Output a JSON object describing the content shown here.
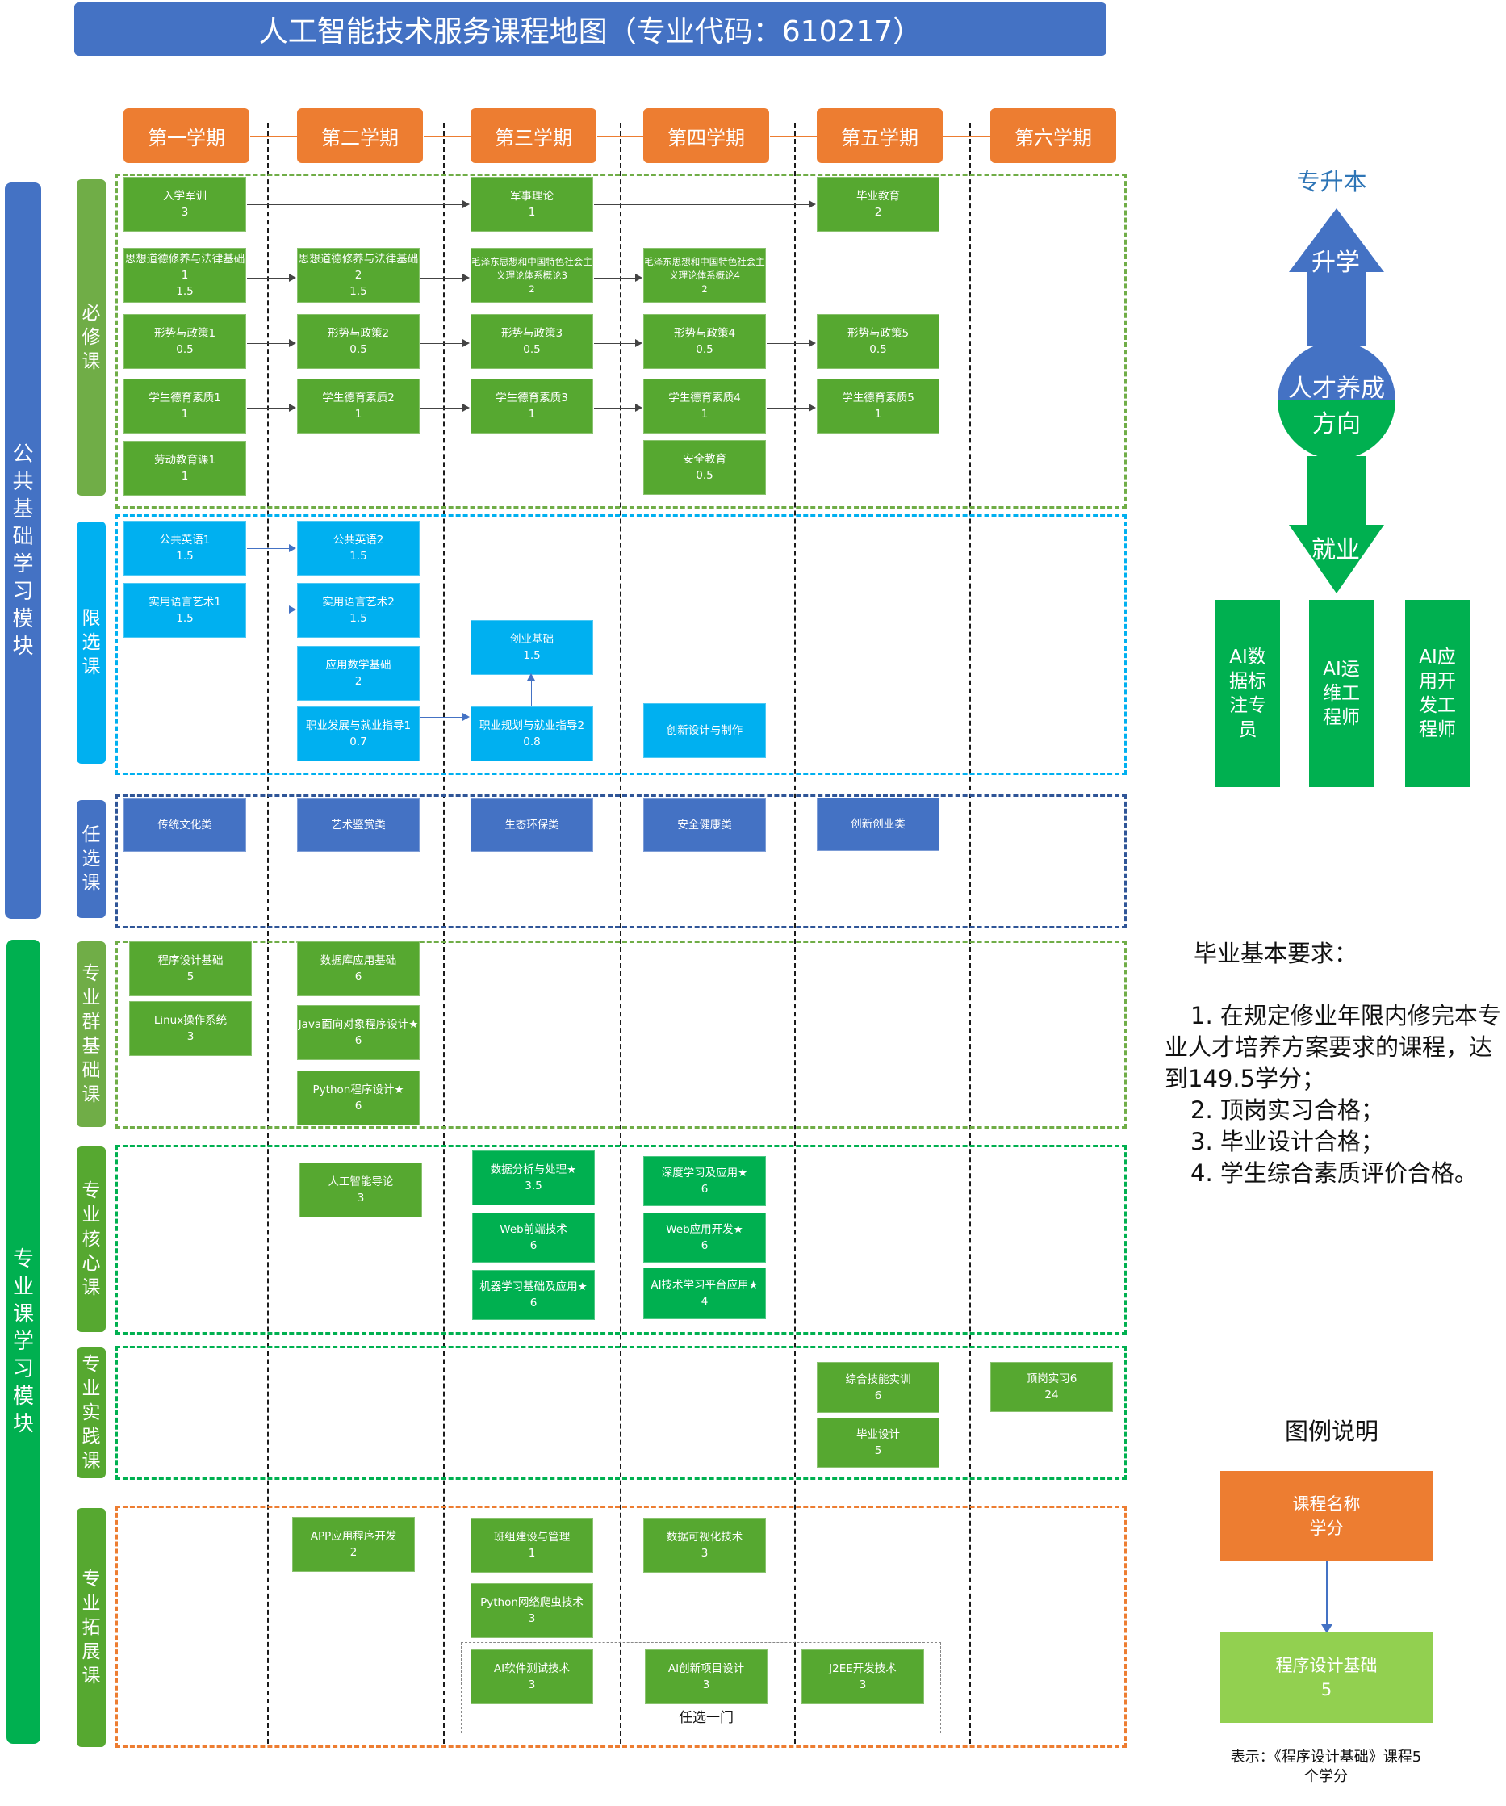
{
  "title": "人工智能技术服务课程地图（专业代码：610217）",
  "semesters": [
    "第一学期",
    "第二学期",
    "第三学期",
    "第四学期",
    "第五学期",
    "第六学期"
  ],
  "modules": {
    "public": "公共基础学习模块",
    "professional": "专业课学习模块"
  },
  "categories": {
    "required": "必修课",
    "limited": "限选课",
    "optional": "任选课",
    "group_basic": "专业群基础课",
    "core": "专业核心课",
    "practice": "专业实践课",
    "extension": "专业拓展课"
  },
  "courses": {
    "c1": {
      "name": "入学军训",
      "credit": "3"
    },
    "c2": {
      "name": "军事理论",
      "credit": "1"
    },
    "c3": {
      "name": "毕业教育",
      "credit": "2"
    },
    "c4": {
      "name": "思想道德修养与法律基础1",
      "credit": "1.5"
    },
    "c5": {
      "name": "思想道德修养与法律基础2",
      "credit": "1.5"
    },
    "c6": {
      "name": "毛泽东思想和中国特色社会主义理论体系概论3",
      "credit": "2"
    },
    "c7": {
      "name": "毛泽东思想和中国特色社会主义理论体系概论4",
      "credit": "2"
    },
    "c8": {
      "name": "形势与政策1",
      "credit": "0.5"
    },
    "c9": {
      "name": "形势与政策2",
      "credit": "0.5"
    },
    "c10": {
      "name": "形势与政策3",
      "credit": "0.5"
    },
    "c11": {
      "name": "形势与政策4",
      "credit": "0.5"
    },
    "c12": {
      "name": "形势与政策5",
      "credit": "0.5"
    },
    "c13": {
      "name": "学生德育素质1",
      "credit": "1"
    },
    "c14": {
      "name": "学生德育素质2",
      "credit": "1"
    },
    "c15": {
      "name": "学生德育素质3",
      "credit": "1"
    },
    "c16": {
      "name": "学生德育素质4",
      "credit": "1"
    },
    "c17": {
      "name": "学生德育素质5",
      "credit": "1"
    },
    "c18": {
      "name": "劳动教育课1",
      "credit": "1"
    },
    "c19": {
      "name": "安全教育",
      "credit": "0.5"
    },
    "c20": {
      "name": "公共英语1",
      "credit": "1.5"
    },
    "c21": {
      "name": "公共英语2",
      "credit": "1.5"
    },
    "c22": {
      "name": "实用语言艺术1",
      "credit": "1.5"
    },
    "c23": {
      "name": "实用语言艺术2",
      "credit": "1.5"
    },
    "c24": {
      "name": "应用数学基础",
      "credit": "2"
    },
    "c25": {
      "name": "创业基础",
      "credit": "1.5"
    },
    "c26": {
      "name": "职业发展与就业指导1",
      "credit": "0.7"
    },
    "c27": {
      "name": "职业规划与就业指导2",
      "credit": "0.8"
    },
    "c28": {
      "name": "创新设计与制作",
      "credit": ""
    },
    "c29": {
      "name": "传统文化类",
      "credit": ""
    },
    "c30": {
      "name": "艺术鉴赏类",
      "credit": ""
    },
    "c31": {
      "name": "生态环保类",
      "credit": ""
    },
    "c32": {
      "name": "安全健康类",
      "credit": ""
    },
    "c33": {
      "name": "创新创业类",
      "credit": ""
    },
    "c34": {
      "name": "程序设计基础",
      "credit": "5"
    },
    "c35": {
      "name": "Linux操作系统",
      "credit": "3"
    },
    "c36": {
      "name": "数据库应用基础",
      "credit": "6"
    },
    "c37": {
      "name": "Java面向对象程序设计★",
      "credit": "6"
    },
    "c38": {
      "name": "Python程序设计★",
      "credit": "6"
    },
    "c39": {
      "name": "人工智能导论",
      "credit": "3"
    },
    "c40": {
      "name": "数据分析与处理★",
      "credit": "3.5"
    },
    "c41": {
      "name": "Web前端技术",
      "credit": "6"
    },
    "c42": {
      "name": "机器学习基础及应用★",
      "credit": "6"
    },
    "c43": {
      "name": "深度学习及应用★",
      "credit": "6"
    },
    "c44": {
      "name": "Web应用开发★",
      "credit": "6"
    },
    "c45": {
      "name": "AI技术学习平台应用★",
      "credit": "4"
    },
    "c46": {
      "name": "综合技能实训",
      "credit": "6"
    },
    "c47": {
      "name": "毕业设计",
      "credit": "5"
    },
    "c48": {
      "name": "顶岗实习6",
      "credit": "24"
    },
    "c49": {
      "name": "APP应用程序开发",
      "credit": "2"
    },
    "c50": {
      "name": "班组建设与管理",
      "credit": "1"
    },
    "c51": {
      "name": "数据可视化技术",
      "credit": "3"
    },
    "c52": {
      "name": "Python网络爬虫技术",
      "credit": "3"
    },
    "c53": {
      "name": "AI软件测试技术",
      "credit": "3"
    },
    "c54": {
      "name": "AI创新项目设计",
      "credit": "3"
    },
    "c55": {
      "name": "J2EE开发技术",
      "credit": "3"
    }
  },
  "elective_note": "任选一门",
  "direction": {
    "top_label": "专升本",
    "up_label": "升学",
    "center_label_line1": "人才养成",
    "center_label_line2": "方向",
    "down_label": "就业",
    "careers": [
      "AI数据标注专员",
      "AI运维工程师",
      "AI应用开发工程师"
    ]
  },
  "requirements": {
    "heading": "毕业基本要求：",
    "items": [
      "1. 在规定修业年限内修完本专业人才培养方案要求的课程，达到149.5学分；",
      "2. 顶岗实习合格；",
      "3. 毕业设计合格；",
      "4. 学生综合素质评价合格。"
    ]
  },
  "legend": {
    "title": "图例说明",
    "box1_line1": "课程名称",
    "box1_line2": "学分",
    "box2_line1": "程序设计基础",
    "box2_line2": "5",
    "note": "表示：《程序设计基础》课程5个学分"
  },
  "colors": {
    "title_blue": "#4472c4",
    "semester_orange": "#ed7d31",
    "course_green": "#56a830",
    "core_green": "#00b050",
    "limited_cyan": "#00b0f0",
    "optional_blue": "#4472c4",
    "legend_green": "#92d050"
  }
}
